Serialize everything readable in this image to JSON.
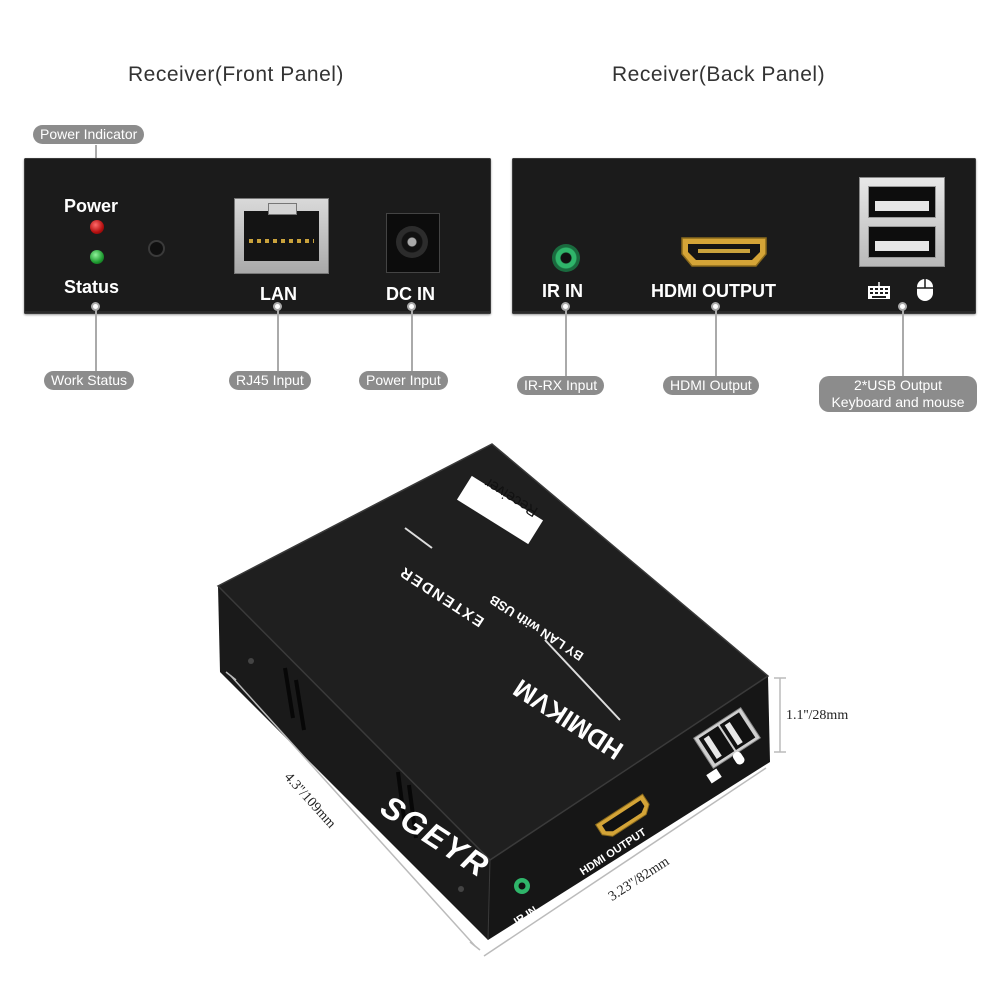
{
  "front_panel": {
    "title": "Receiver(Front Panel)",
    "power_label": "Power",
    "status_label": "Status",
    "lan_label": "LAN",
    "dc_label": "DC IN",
    "callouts": {
      "power_indicator": "Power Indicator",
      "work_status": "Work Status",
      "rj45": "RJ45 Input",
      "power_input": "Power Input"
    }
  },
  "back_panel": {
    "title": "Receiver(Back Panel)",
    "ir_label": "IR IN",
    "hdmi_label": "HDMI OUTPUT",
    "callouts": {
      "ir_rx": "IR-RX Input",
      "hdmi_output": "HDMI Output",
      "usb_line1": "2*USB Output",
      "usb_line2": "Keyboard and mouse"
    }
  },
  "device": {
    "brand": "SGEYR",
    "product": "HDMIKVM",
    "extender": "EXTENDER",
    "subtitle": "BY LAN with USB",
    "badge": "Receiver",
    "hdmi_text": "HDMI OUTPUT",
    "ir_text": "IR IN"
  },
  "dimensions": {
    "length": "4.3''/109mm",
    "width": "3.23''/82mm",
    "height": "1.1''/28mm"
  },
  "colors": {
    "panel": "#1b1b1b",
    "led_power": "#cc1a1a",
    "led_status": "#2aa83a",
    "hdmi_gold": "#d4a437",
    "ir_jack": "#2fb56a",
    "callout_bg": "#8c8c8c"
  }
}
